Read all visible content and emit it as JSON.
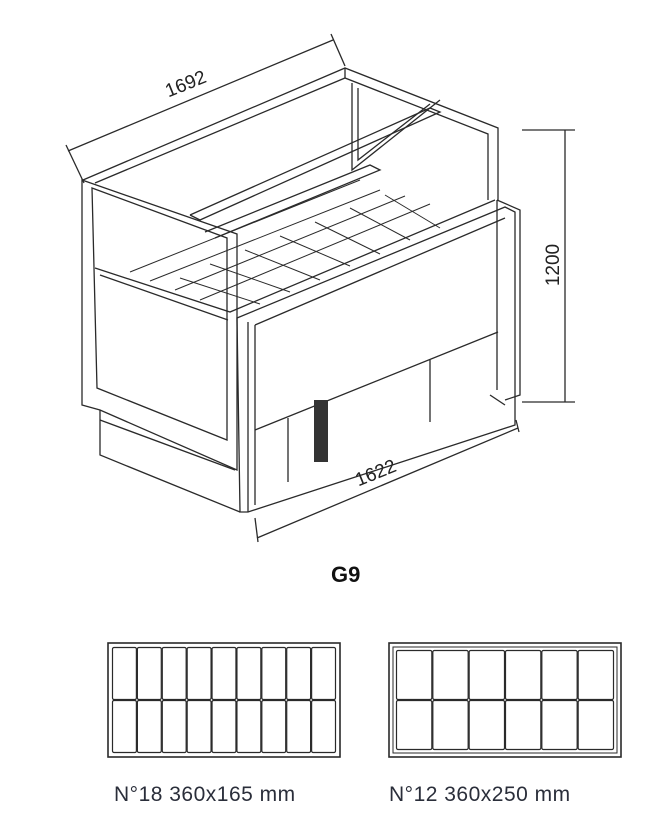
{
  "model": "G9",
  "dimensions": {
    "depth": "1692",
    "height": "1200",
    "width": "1622"
  },
  "pan_layouts": [
    {
      "label": "N°18  360x165 mm",
      "columns": 9,
      "rows": 2
    },
    {
      "label": "N°12  360x250 mm",
      "columns": 6,
      "rows": 2
    }
  ],
  "colors": {
    "line": "#2a2a2a",
    "text": "#2a2e3a"
  }
}
